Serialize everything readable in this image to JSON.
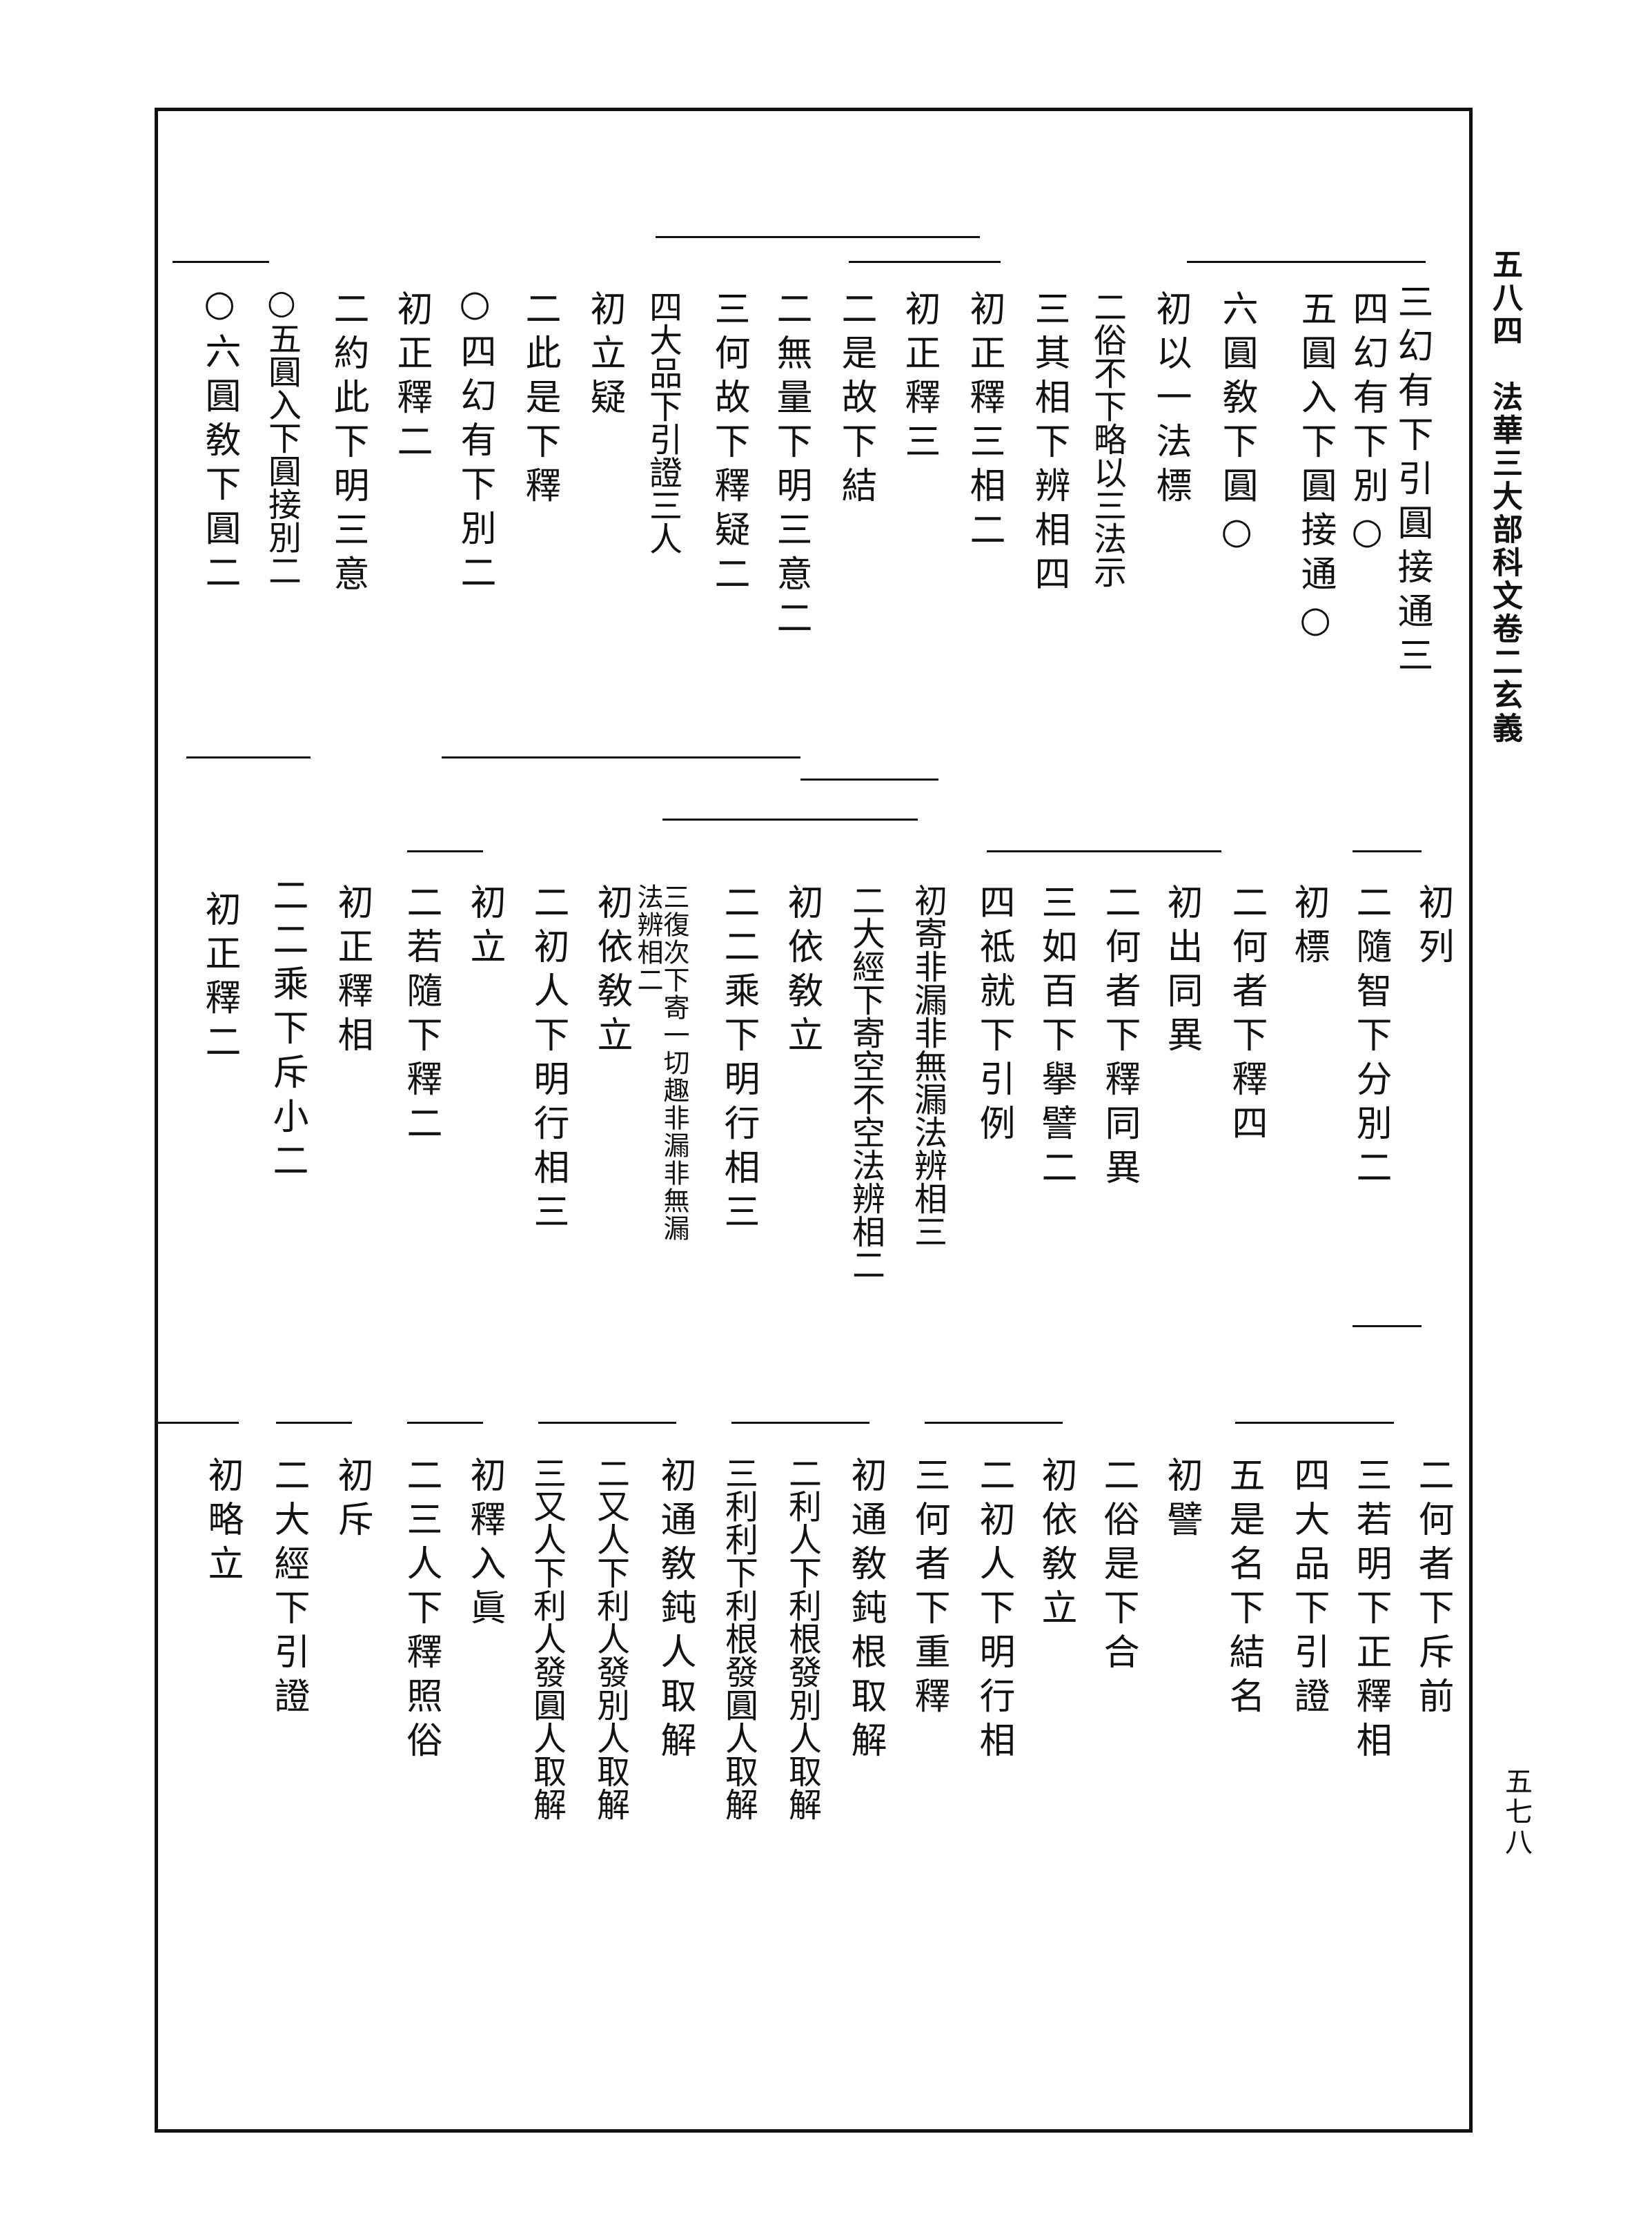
{
  "page": {
    "running_head": "五八四　法華三大部科文卷二玄義",
    "folio": "五七八"
  },
  "band1": [
    "三幻有下引圓接通三",
    "四幻有下別○",
    "五圓入下圓接通○",
    "六圓敎下圓○",
    "初以一法標",
    "二俗不下略以三法示",
    "三其相下辨相四",
    "初正釋三相二",
    "初正釋三",
    "二是故下結",
    "二無量下明三意二",
    "三何故下釋疑二",
    "四大品下引證三人",
    "初立疑",
    "二此是下釋",
    "○四幻有下別二",
    "初正釋二",
    "二約此下明三意",
    "○五圓入下圓接別二",
    "○六圓敎下圓二"
  ],
  "band2": [
    "初列",
    "二隨智下分別二",
    "初標",
    "二何者下釋四",
    "初出同異",
    "二何者下釋同異",
    "三如百下擧譬二",
    "四祗就下引例",
    "初寄非漏非無漏法辨相三",
    "二大經下寄空不空法辨相二",
    "初依敎立",
    "二二乘下明行相三",
    "三復次下寄一切趣非漏非無漏法辨相二",
    "初依敎立",
    "二初人下明行相三",
    "初立",
    "二若隨下釋二",
    "初正釋相",
    "二二乘下斥小二",
    "初正釋二"
  ],
  "band3": [
    "二何者下斥前",
    "三若明下正釋相",
    "四大品下引證",
    "五是名下結名",
    "初譬",
    "二俗是下合",
    "初依敎立",
    "二初人下明行相",
    "三何者下重釋",
    "初通敎鈍根取解",
    "二利人下利根發別人取解",
    "三利利下利根發圓人取解",
    "初通敎鈍人取解",
    "二又人下利人發別人取解",
    "三又人下利人發圓人取解",
    "初釋入眞",
    "二三人下釋照俗",
    "初斥",
    "二大經下引證",
    "初略立"
  ]
}
